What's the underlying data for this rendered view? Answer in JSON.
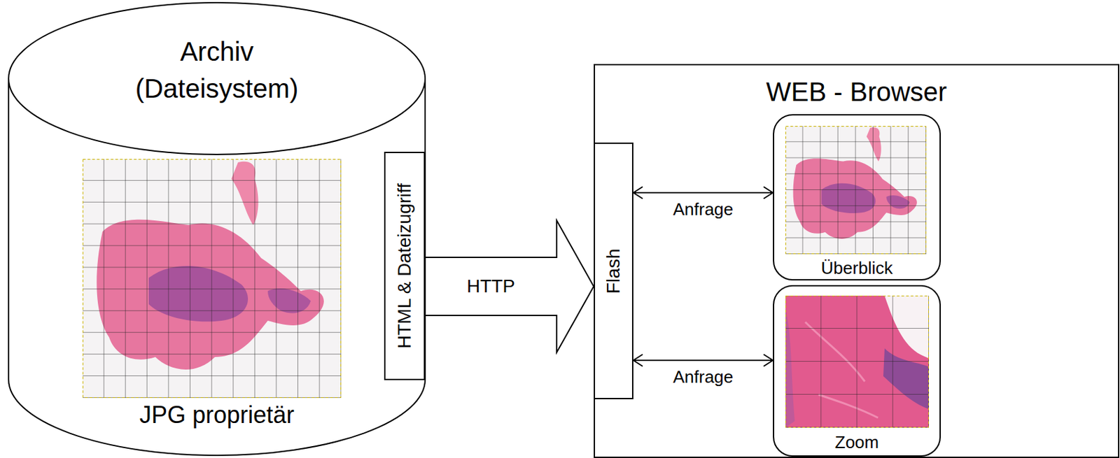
{
  "diagram": {
    "nodes": [
      {
        "text": [
          "Archiv (Dateisystem)",
          "JPG proprietär"
        ]
      },
      {
        "text": [
          "HTML & Dateizugriff"
        ],
        "in": 0
      },
      {
        "text": [
          "WEB - Browser"
        ]
      },
      {
        "text": [
          "Flash"
        ],
        "in": 2
      },
      {
        "text": [
          "Überblick"
        ],
        "in": 2
      },
      {
        "text": [
          "Zoom"
        ],
        "in": 2
      }
    ],
    "edges": [
      {
        "from": 1,
        "to": 3,
        "label": "HTTP",
        "arrow": "to"
      },
      {
        "from": 3,
        "to": 4,
        "label": "Anfrage",
        "arrow": "both"
      },
      {
        "from": 3,
        "to": 5,
        "label": "Anfrage",
        "arrow": "both"
      }
    ]
  }
}
